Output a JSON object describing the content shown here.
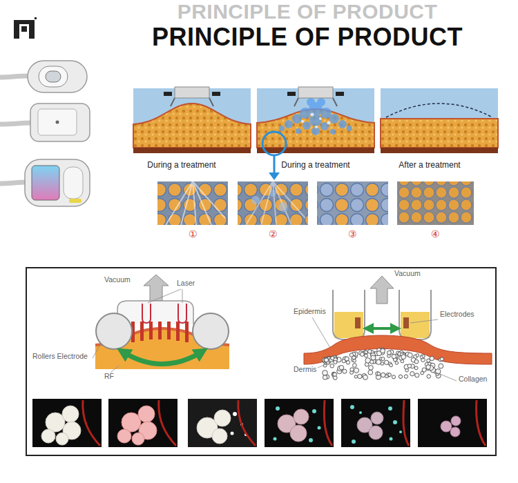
{
  "diagram": {
    "title": "PRINCIPLE OF PRODUCT",
    "labels": [
      "PRINCIPLE OF PRODUCT",
      "During a treatment",
      "During a treatment",
      "After a treatment",
      "①",
      "②",
      "③",
      "④",
      "Vacuum",
      "Laser",
      "Rollers Electrode",
      "RF",
      "Vacuum",
      "Epidermis",
      "Electrodes",
      "Dermis",
      "Collagen"
    ]
  }
}
